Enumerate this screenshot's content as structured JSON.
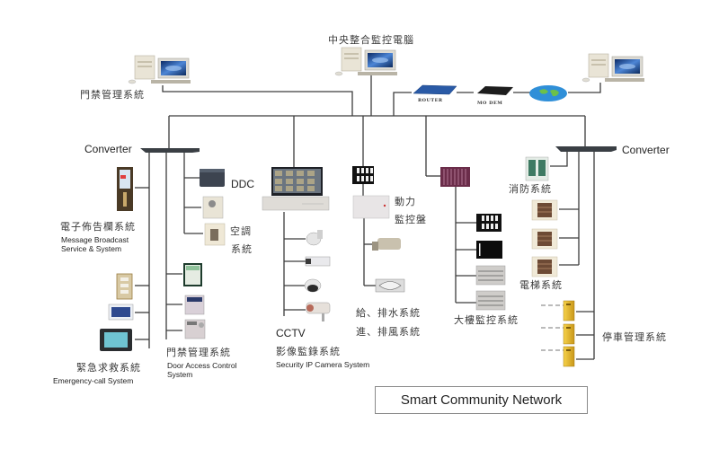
{
  "title": "Smart Community Network",
  "central": {
    "label": "中央整合監控電腦"
  },
  "left_pc": {
    "label": "門禁管理系統"
  },
  "network": {
    "router": "ROUTER",
    "modem": "MO DEM"
  },
  "converters": {
    "left": "Converter",
    "right": "Converter"
  },
  "systems": {
    "message_broadcast": {
      "zh": "電子佈告欄系統",
      "en1": "Message Broadcast",
      "en2": "Service &  System"
    },
    "ddc": {
      "label": "DDC"
    },
    "hvac": {
      "zh1": "空調",
      "zh2": "系統"
    },
    "emergency": {
      "zh": "緊急求救系統",
      "en": "Emergency-call System"
    },
    "door_access": {
      "zh": "門禁管理系統",
      "en1": "Door Access Control",
      "en2": "System"
    },
    "cctv": {
      "label": "CCTV",
      "zh": "影像監錄系統",
      "en": "Security IP Camera System"
    },
    "power": {
      "zh1": "動力",
      "zh2": "監控盤"
    },
    "water_air": {
      "zh1": "給、排水系統",
      "zh2": "進、排風系統"
    },
    "building": {
      "zh": "大樓監控系統"
    },
    "fire": {
      "zh": "消防系統"
    },
    "elevator": {
      "zh": "電梯系統"
    },
    "parking": {
      "zh": "停車管理系統"
    }
  },
  "colors": {
    "line": "#3c3c3c",
    "panel_gray": "#d9d6cf",
    "screen_blue": "#1f4f9a",
    "barrier_yellow": "#e8b820",
    "rack_maroon": "#6b2d4a"
  }
}
